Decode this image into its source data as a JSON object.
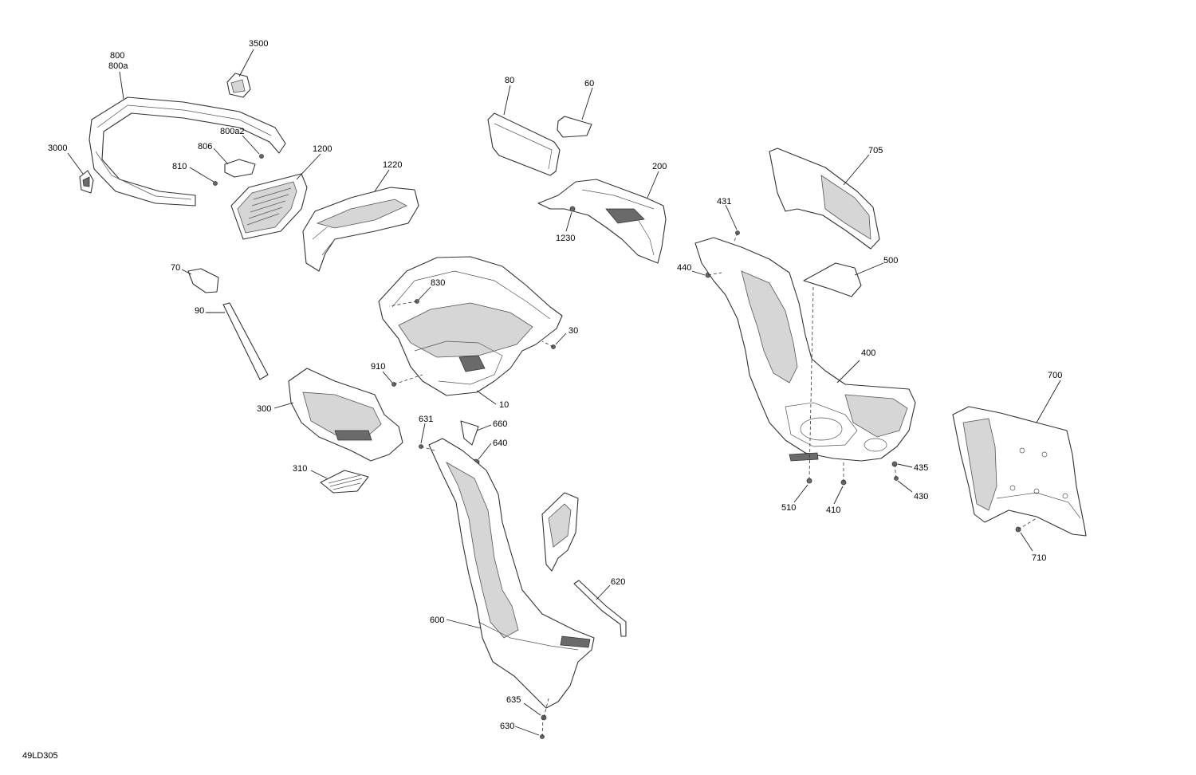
{
  "drawing_code": "49LD305",
  "callouts": {
    "c800": "800",
    "c800a": "800a",
    "c3500": "3500",
    "c3000": "3000",
    "c806": "806",
    "c800a2": "800a2",
    "c810": "810",
    "c1200": "1200",
    "c1220": "1220",
    "c80": "80",
    "c60": "60",
    "c200": "200",
    "c1230": "1230",
    "c705": "705",
    "c431": "431",
    "c440": "440",
    "c500": "500",
    "c70": "70",
    "c90": "90",
    "c830": "830",
    "c30": "30",
    "c910": "910",
    "c10": "10",
    "c300": "300",
    "c631": "631",
    "c660": "660",
    "c640": "640",
    "c310": "310",
    "c400": "400",
    "c700": "700",
    "c435": "435",
    "c510": "510",
    "c410": "410",
    "c430": "430",
    "c710": "710",
    "c620": "620",
    "c600": "600",
    "c635": "635",
    "c630": "630"
  }
}
